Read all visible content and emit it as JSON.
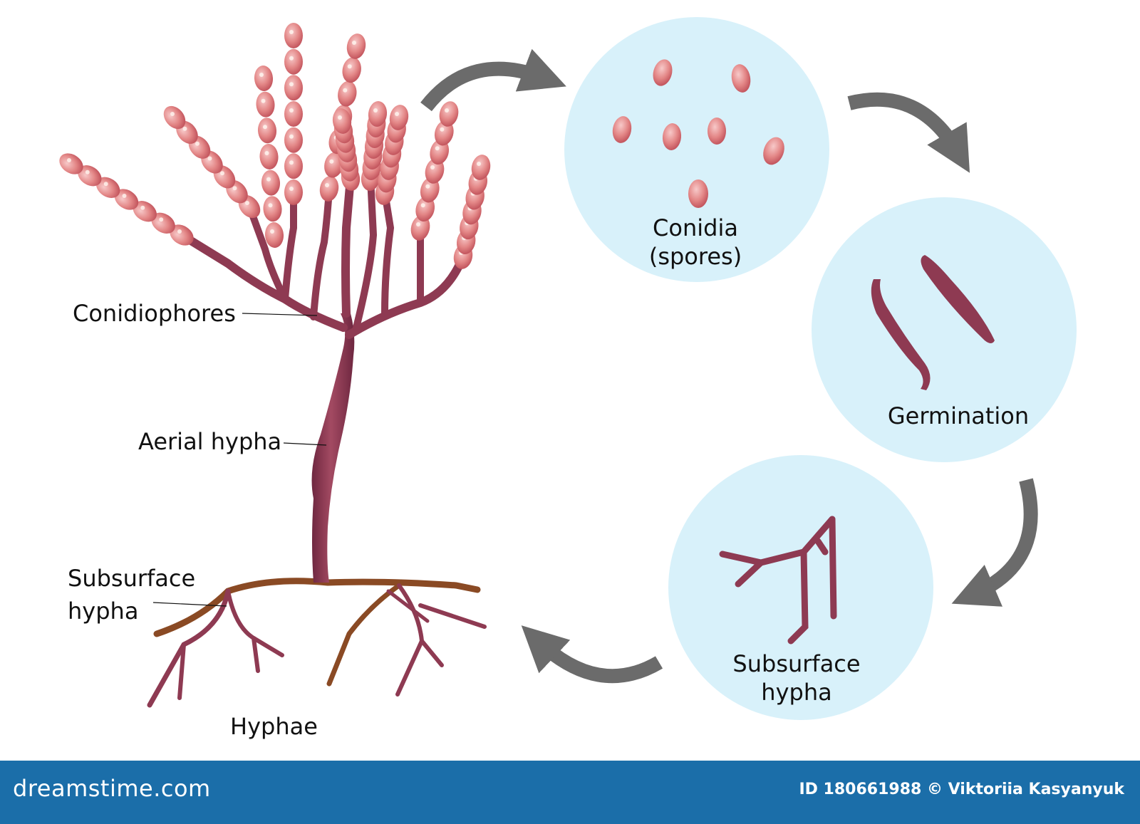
{
  "labels": {
    "conidiophores": "Conidiophores",
    "aerial_hypha": "Aerial hypha",
    "subsurface_hypha_line1": "Subsurface",
    "subsurface_hypha_line2": "hypha",
    "hyphae": "Hyphae"
  },
  "stages": {
    "conidia_line1": "Conidia",
    "conidia_line2": "(spores)",
    "germination": "Germination",
    "subsurface_line1": "Subsurface",
    "subsurface_line2": "hypha"
  },
  "footer": {
    "brand": "dreamstime.com",
    "credit": "ID 180661988 © Viktoriia  Kasyanyuk"
  },
  "colors": {
    "circle_fill": "#d8f1fa",
    "arrow": "#6b6b6b",
    "hypha": "#8e3a52",
    "hypha_dark": "#7a2c44",
    "subsurface": "#8a4a24",
    "spore": "#e08a8a",
    "footer_bg": "#1b6ea9"
  }
}
